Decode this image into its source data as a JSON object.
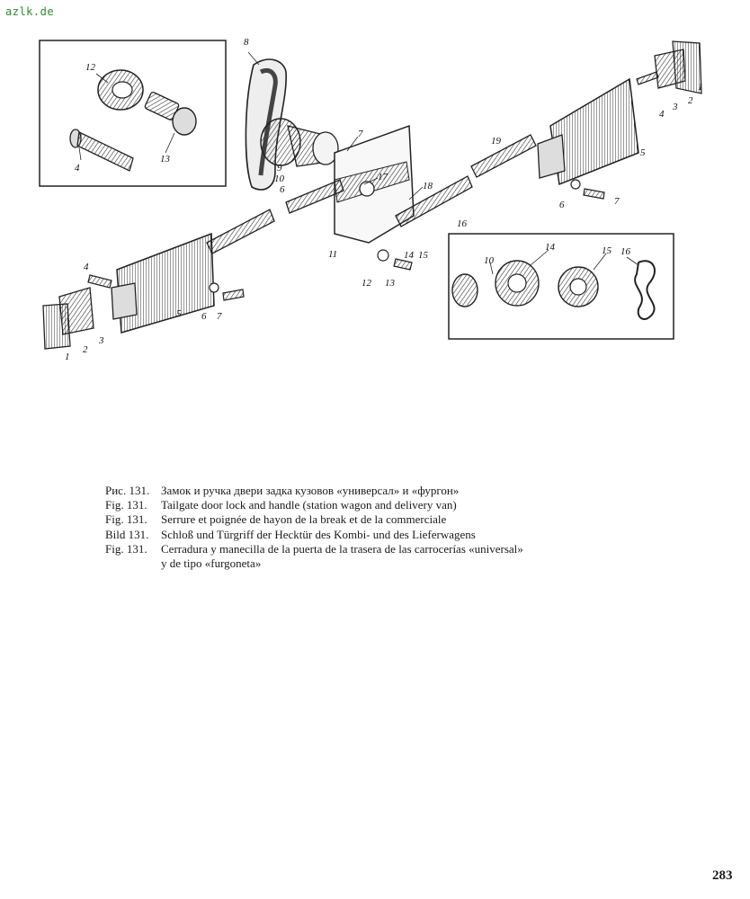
{
  "watermark": "azlk.de",
  "part_numbers": {
    "n1": "1",
    "n2": "2",
    "n3": "3",
    "n4": "4",
    "n5": "5",
    "n6": "6",
    "n7": "7",
    "n8": "8",
    "n9": "9",
    "n10": "10",
    "n11": "11",
    "n12": "12",
    "n13": "13",
    "n14": "14",
    "n15": "15",
    "n16": "16",
    "n17": "17",
    "n18": "18",
    "n19": "19"
  },
  "caption": {
    "lines": [
      {
        "label": "Рис. 131.",
        "text": "Замок и ручка двери задка кузовов «универсал» и «фургон»"
      },
      {
        "label": "Fig. 131.",
        "text": "Tailgate door lock and handle (station wagon and delivery van)"
      },
      {
        "label": "Fig. 131.",
        "text": "Serrure et poignée de hayon de la break et de la commerciale"
      },
      {
        "label": "Bild 131.",
        "text": "Schloß und Türgriff der Hecktür des Kombi- und des Lieferwagens"
      },
      {
        "label": "Fig. 131.",
        "text": "Cerradura y manecilla de la puerta de la trasera de las carrocerías «universal»"
      }
    ],
    "continuation": "y de tipo «furgoneta»"
  },
  "page_number": "283"
}
